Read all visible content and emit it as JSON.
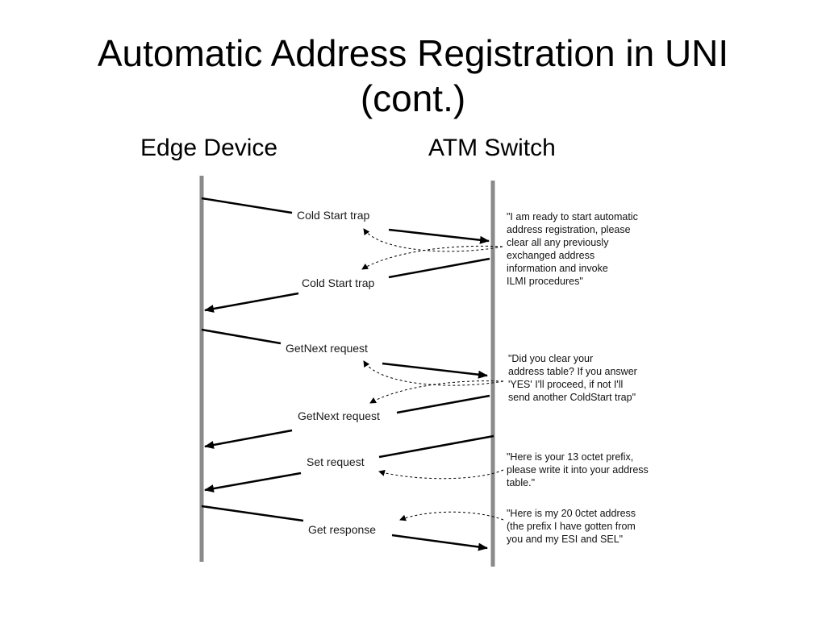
{
  "title": {
    "line1": "Automatic Address Registration in UNI",
    "line2": "(cont.)"
  },
  "lanes": {
    "edge": "Edge Device",
    "switch": "ATM Switch"
  },
  "messages": [
    {
      "label": "Cold Start trap"
    },
    {
      "label": "Cold Start trap"
    },
    {
      "label": "GetNext request"
    },
    {
      "label": "GetNext request"
    },
    {
      "label": "Set request"
    },
    {
      "label": "Get response"
    }
  ],
  "notes": [
    {
      "lines": [
        "\"I am ready to start automatic",
        "address registration, please",
        "clear all any previously",
        "exchanged address",
        "information and invoke",
        "ILMI procedures\""
      ]
    },
    {
      "lines": [
        "\"Did you clear your",
        "address table? If you answer",
        " 'YES' I'll proceed, if not I'll",
        "send another ColdStart trap\""
      ]
    },
    {
      "lines": [
        "\"Here is your 13 octet prefix,",
        "please write it into your address",
        "table.\""
      ]
    },
    {
      "lines": [
        "\"Here is my 20 0ctet address",
        "(the prefix I have gotten from",
        "you and my ESI and SEL\""
      ]
    }
  ]
}
